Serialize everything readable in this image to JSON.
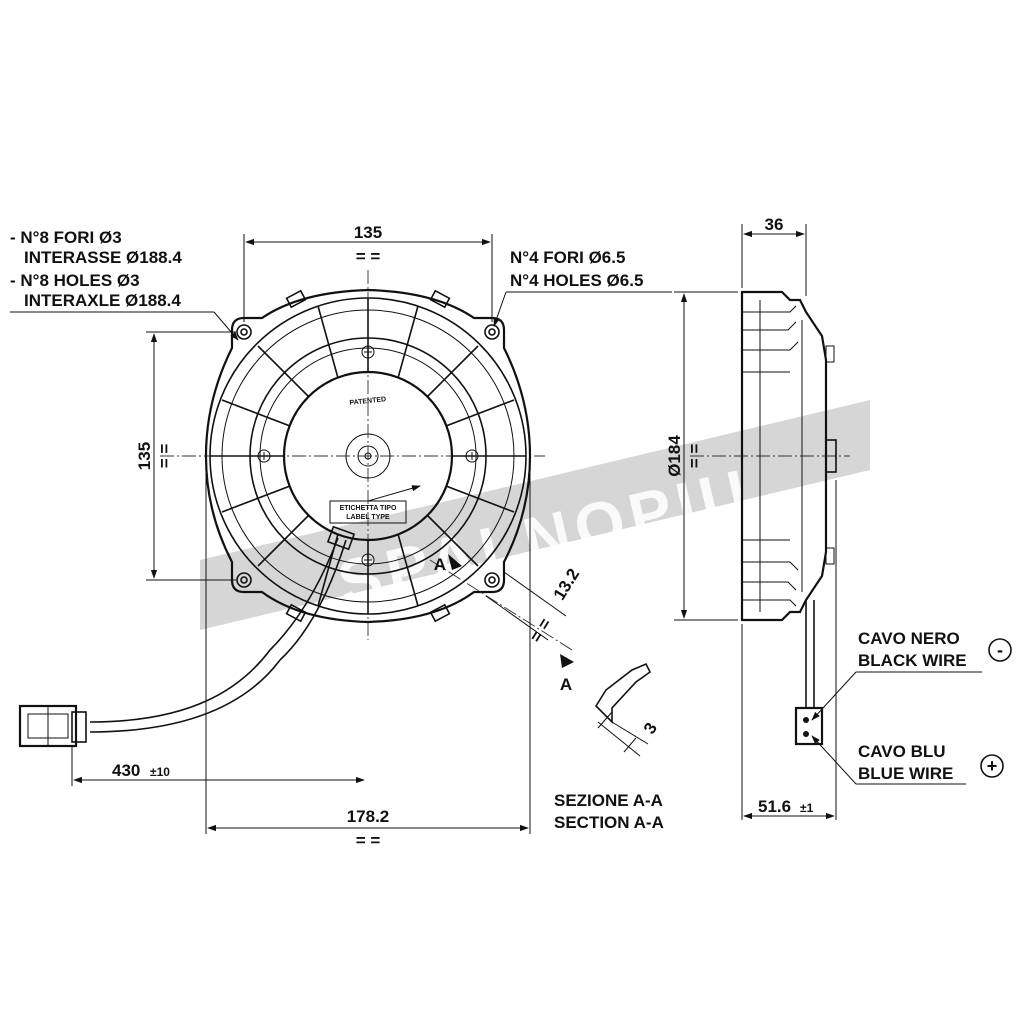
{
  "notes": {
    "holes_small": [
      "- N°8 FORI Ø3",
      "INTERASSE Ø188.4",
      "- N°8 HOLES Ø3",
      "INTERAXLE Ø188.4"
    ],
    "holes_large": [
      "N°4 FORI Ø6.5",
      "N°4 HOLES Ø6.5"
    ]
  },
  "dimensions": {
    "top_width": "135",
    "left_height": "135",
    "overall_width": "178.2",
    "cable_length": "430",
    "cable_tolerance": "±10",
    "depth": "36",
    "diameter": "Ø184",
    "side_width": "51.6",
    "side_tolerance": "±1",
    "section_offset": "13.2",
    "section_thickness": "3",
    "equal_mark": "= ="
  },
  "section": {
    "marker": "A",
    "title_it": "SEZIONE A-A",
    "title_en": "SECTION A-A"
  },
  "hub": {
    "patented": "PATENTED",
    "label_it": "ETICHETTA TIPO",
    "label_en": "LABEL TYPE"
  },
  "wires": {
    "black_it": "CAVO NERO",
    "black_en": "BLACK WIRE",
    "black_symbol": "-",
    "blue_it": "CAVO BLU",
    "blue_en": "BLUE WIRE",
    "blue_symbol": "+"
  },
  "watermark": "SPALNOPIU"
}
